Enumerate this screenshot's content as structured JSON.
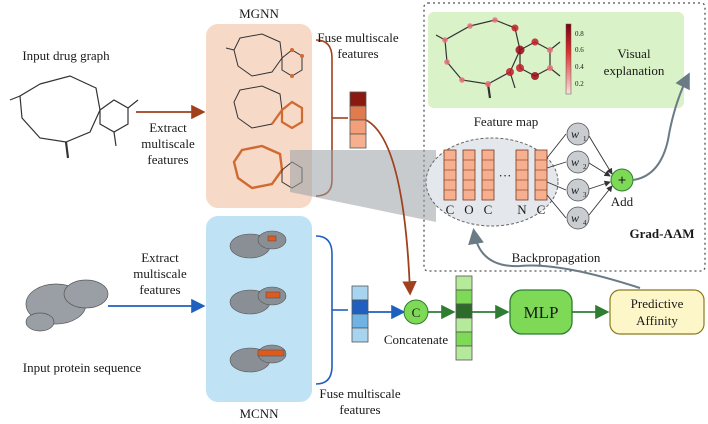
{
  "labels": {
    "input_drug": "Input drug graph",
    "mgnn": "MGNN",
    "mcnn": "MCNN",
    "fuse_top_1": "Fuse multiscale",
    "fuse_top_2": "features",
    "fuse_bot_1": "Fuse multiscale",
    "fuse_bot_2": "features",
    "extract_top_1": "Extract",
    "extract_top_2": "multiscale",
    "extract_top_3": "features",
    "extract_bot_1": "Extract",
    "extract_bot_2": "multiscale",
    "extract_bot_3": "features",
    "feature_map": "Feature map",
    "map_cols": [
      "C",
      "O",
      "C",
      "N",
      "C"
    ],
    "ellipsis": "···",
    "w1": "w",
    "w1_sub": "1",
    "w2": "w",
    "w2_sub": "2",
    "w3": "w",
    "w3_sub": "3",
    "w4": "w",
    "w4_sub": "4",
    "add": "Add",
    "plus": "+",
    "grad_aam": "Grad-AAM",
    "backprop": "Backpropagation",
    "visual_1": "Visual",
    "visual_2": "explanation",
    "colorbar_ticks": [
      "0.8",
      "0.6",
      "0.4",
      "0.2"
    ],
    "concat_symbol": "C",
    "concatenate": "Concatenate",
    "mlp": "MLP",
    "pred_1": "Predictive",
    "pred_2": "Affinity",
    "input_protein": "Input protein sequence"
  },
  "colors": {
    "drug_accent": "#a0401c",
    "protein_accent": "#1f5fc0",
    "mgnn_bg": "#f7d9c8",
    "mcnn_bg": "#bfe3f4",
    "green_dark": "#2e7d32",
    "green_fill": "#7ed957",
    "grad_bg": "#d9f2c8",
    "pred_bg": "#fdf6c9"
  }
}
